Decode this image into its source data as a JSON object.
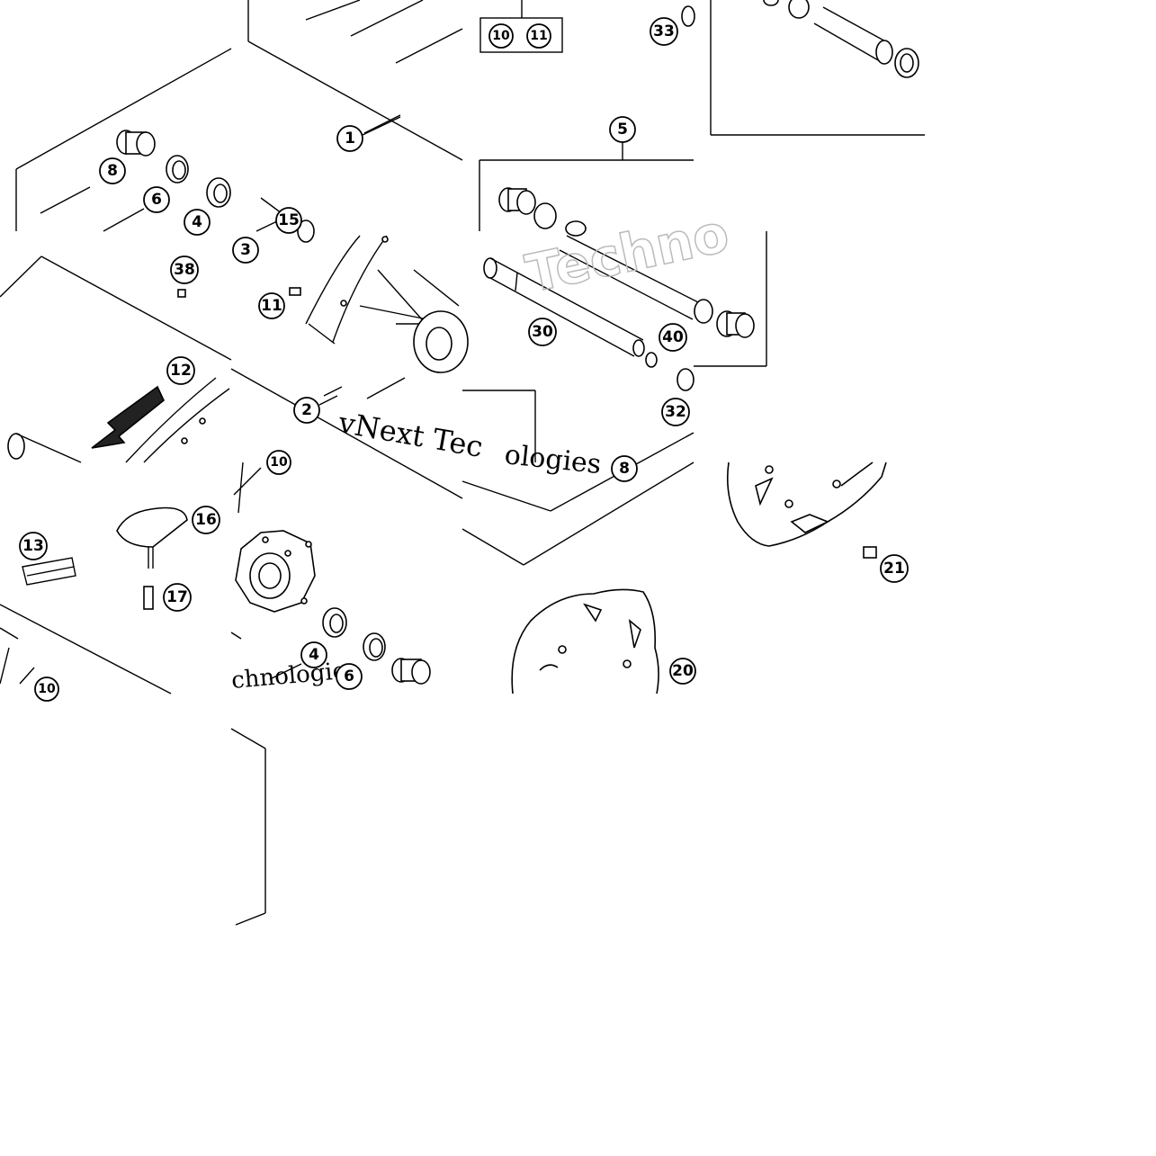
{
  "diagram": {
    "callouts": {
      "c1": "1",
      "c2": "2",
      "c3": "3",
      "c4a": "4",
      "c4b": "4",
      "c5": "5",
      "c6a": "6",
      "c6b": "6",
      "c8a": "8",
      "c8b": "8",
      "c10a": "10",
      "c10b": "10",
      "c10c": "10",
      "c11a": "11",
      "c11b": "11",
      "c12": "12",
      "c13": "13",
      "c15": "15",
      "c16": "16",
      "c17": "17",
      "c20": "20",
      "c21": "21",
      "c30": "30",
      "c32": "32",
      "c33": "33",
      "c38": "38",
      "c40": "40"
    },
    "watermarks": {
      "main": "vNext Technologies",
      "part1": "vNext Tec",
      "part2": "ologies",
      "part3": "chnologies",
      "part4": "Techno"
    }
  }
}
